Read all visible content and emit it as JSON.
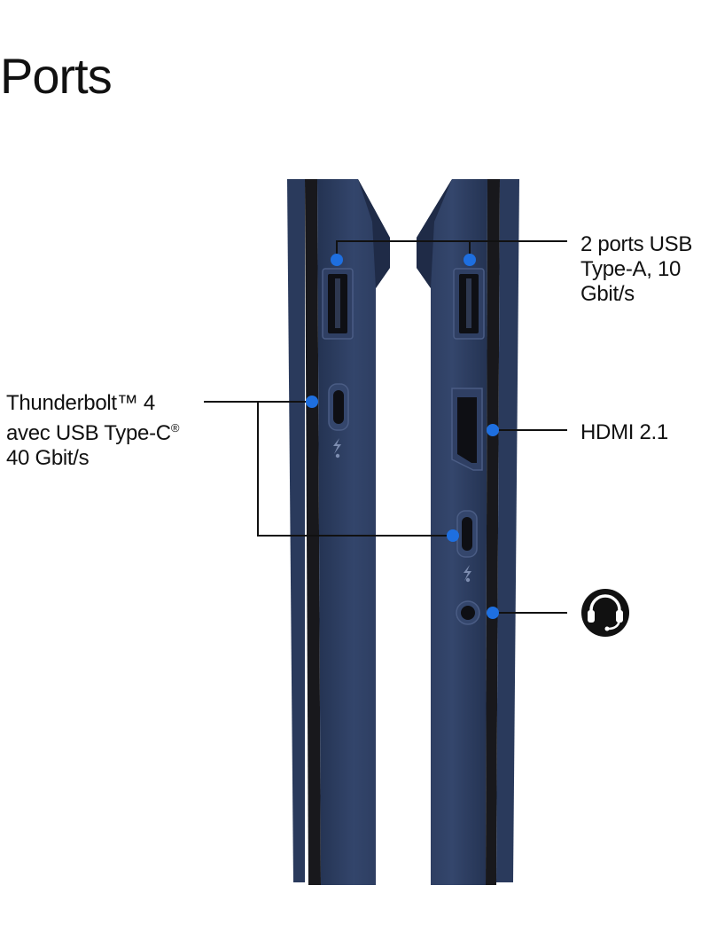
{
  "page": {
    "title": "Ports"
  },
  "callouts": {
    "usb_a": {
      "text": "2 ports USB\nType-A, 10\nGbit/s"
    },
    "hdmi": {
      "text": "HDMI 2.1"
    },
    "thunderbolt": {
      "text_line1": "Thunderbolt™ 4",
      "text_line2": "avec USB Type-C",
      "registered_mark": "®",
      "text_line3": "40 Gbit/s"
    },
    "audio": {
      "icon": "headset-icon"
    }
  },
  "colors": {
    "chassis": "#2a3a5c",
    "chassis_light": "#34466c",
    "chassis_dark": "#1a2440",
    "bezel": "#16161a",
    "callout_dot": "#1e6fe0",
    "line": "#111111"
  }
}
